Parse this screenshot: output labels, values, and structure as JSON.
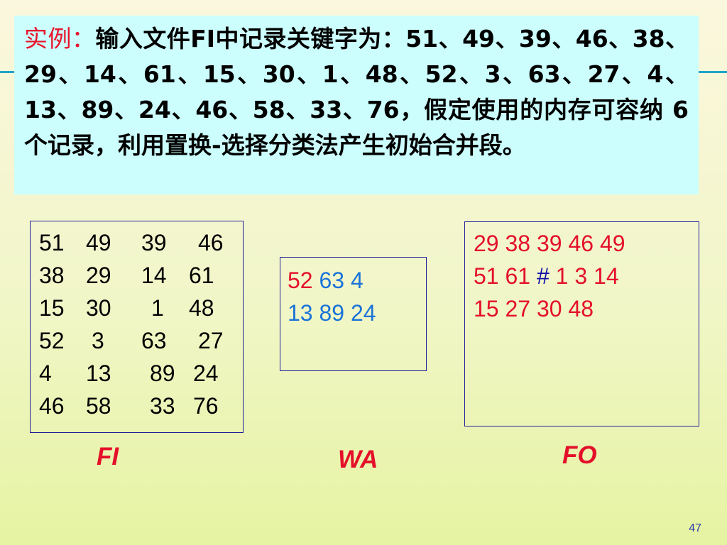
{
  "problem": {
    "lead": "实例：",
    "text": "输入文件FI中记录关键字为：51、49、39、46、38、29、14、61、15、30、1、48、52、3、63、27、4、13、89、24、46、58、33、76，假定使用的内存可容纳 6 个记录，利用置换-选择分类法产生初始合并段。"
  },
  "fi": {
    "rows": [
      [
        "51",
        "49",
        "39",
        "46"
      ],
      [
        "38",
        "29",
        "14",
        "61"
      ],
      [
        "15",
        "30",
        "1",
        "48"
      ],
      [
        "52",
        "3",
        "63",
        "27"
      ],
      [
        "4",
        "13",
        "89",
        "24"
      ],
      [
        "46",
        "58",
        "33",
        "76"
      ]
    ],
    "caption": "FI"
  },
  "wa": {
    "line1": {
      "red": "52 ",
      "blue": "63 4"
    },
    "line2": "13 89 24",
    "caption": "WA"
  },
  "fo": {
    "line1": "29 38 39 46 49",
    "line2": {
      "a": "51 61 ",
      "marker": "#",
      "b": " 1 3 14"
    },
    "line3": "15 27 30 48",
    "caption": "FO"
  },
  "page_number": "47",
  "colors": {
    "accent_red": "#e4102a",
    "accent_blue": "#1a73d8",
    "marker_navy": "#1010a8",
    "problem_bg": "#ccfefe",
    "rule": "#1ea5c9"
  }
}
